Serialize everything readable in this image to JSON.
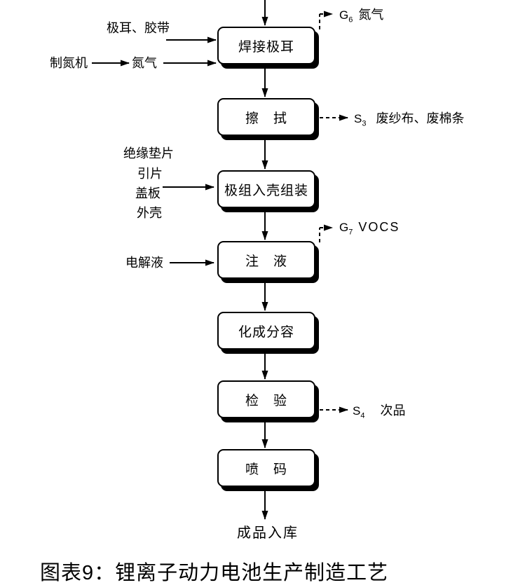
{
  "figure": {
    "caption": "图表9：锂离子动力电池生产制造工艺",
    "final_label": "成品入库"
  },
  "process_steps": [
    {
      "label": "焊接极耳"
    },
    {
      "label": "擦　拭"
    },
    {
      "label": "极组入壳组装"
    },
    {
      "label": "注　液"
    },
    {
      "label": "化成分容"
    },
    {
      "label": "检　验"
    },
    {
      "label": "喷　码"
    }
  ],
  "material_inputs": [
    {
      "label": "极耳、胶带"
    },
    {
      "label": "制氮机"
    },
    {
      "label": "氮气"
    },
    {
      "label": "绝缘垫片"
    },
    {
      "label": "引片"
    },
    {
      "label": "盖板"
    },
    {
      "label": "外壳"
    },
    {
      "label": "电解液"
    }
  ],
  "emissions": [
    {
      "code": "G",
      "sub": "6",
      "label": "氮气"
    },
    {
      "code": "S",
      "sub": "3",
      "label": "废纱布、废棉条"
    },
    {
      "code": "G",
      "sub": "7",
      "label": "VOCS"
    },
    {
      "code": "S",
      "sub": "4",
      "label": "次品"
    }
  ]
}
